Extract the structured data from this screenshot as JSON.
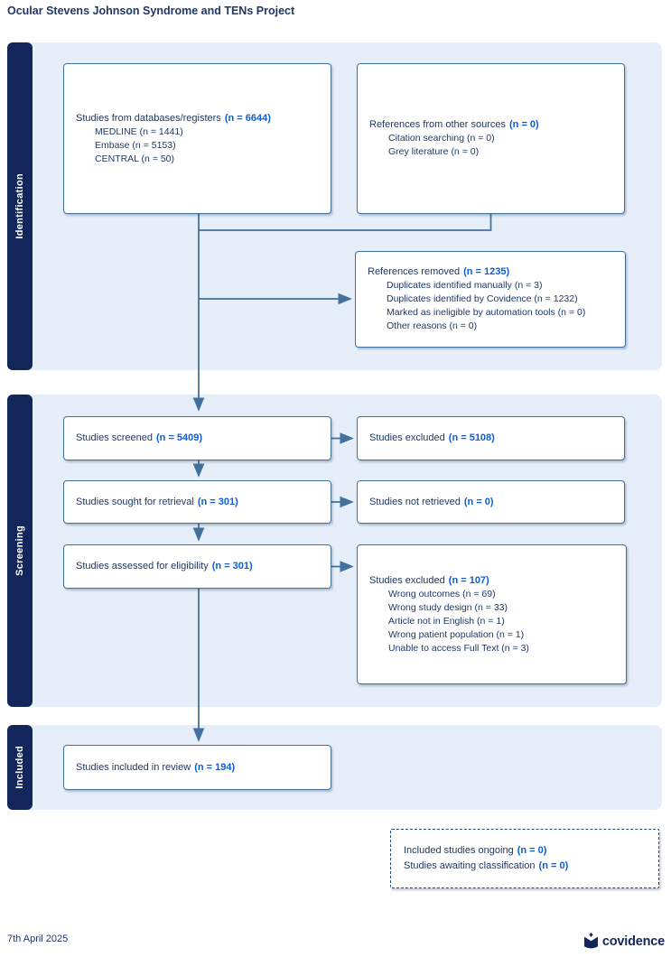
{
  "title": "Ocular Stevens Johnson Syndrome and TENs Project",
  "sections": {
    "identification": {
      "label": "Identification"
    },
    "screening": {
      "label": "Screening"
    },
    "included": {
      "label": "Included"
    }
  },
  "boxes": {
    "databases": {
      "heading": "Studies from databases/registers",
      "count": "(n = 6644)",
      "items": [
        "MEDLINE (n = 1441)",
        "Embase (n = 5153)",
        "CENTRAL (n = 50)"
      ]
    },
    "other_sources": {
      "heading": "References from other sources",
      "count": "(n = 0)",
      "items": [
        "Citation searching (n = 0)",
        "Grey literature (n = 0)"
      ]
    },
    "removed": {
      "heading": "References removed",
      "count": "(n = 1235)",
      "items": [
        "Duplicates identified manually (n = 3)",
        "Duplicates identified by Covidence (n = 1232)",
        "Marked as ineligible by automation tools (n = 0)",
        "Other reasons (n = 0)"
      ]
    },
    "screened": {
      "heading": "Studies screened",
      "count": "(n = 5409)"
    },
    "excluded_screening": {
      "heading": "Studies excluded",
      "count": "(n = 5108)"
    },
    "retrieval": {
      "heading": "Studies sought for retrieval",
      "count": "(n = 301)"
    },
    "not_retrieved": {
      "heading": "Studies not retrieved",
      "count": "(n = 0)"
    },
    "eligibility": {
      "heading": "Studies assessed for eligibility",
      "count": "(n = 301)"
    },
    "excluded_eligibility": {
      "heading": "Studies excluded",
      "count": "(n = 107)",
      "items": [
        "Wrong outcomes (n = 69)",
        "Wrong study design (n = 33)",
        "Article not in English (n = 1)",
        "Wrong patient population (n = 1)",
        "Unable to access Full Text (n = 3)"
      ]
    },
    "included_review": {
      "heading": "Studies included in review",
      "count": "(n = 194)"
    },
    "ongoing": {
      "line1": {
        "text": "Included studies ongoing",
        "count": "(n = 0)"
      },
      "line2": {
        "text": "Studies awaiting classification",
        "count": "(n = 0)"
      }
    }
  },
  "footer": {
    "date": "7th April 2025",
    "brand": "covidence"
  },
  "colors": {
    "band_bg": "#e5eef9",
    "bar_navy": "#13265b",
    "text_navy": "#1f3864",
    "count_blue": "#0b5ed7",
    "border_blue": "#41719c"
  }
}
